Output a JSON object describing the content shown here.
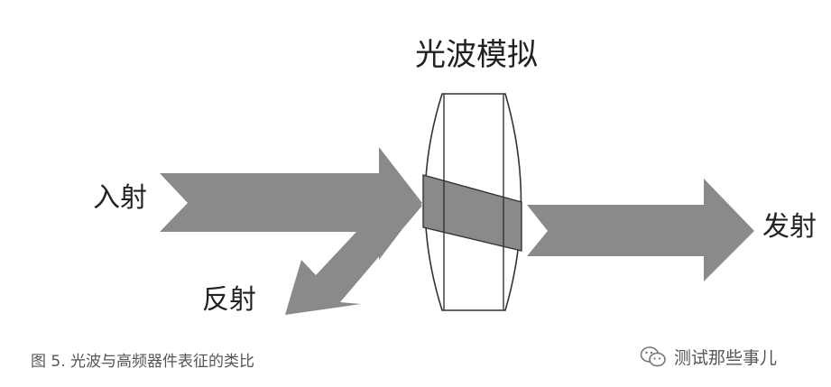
{
  "diagram": {
    "title": "光波模拟",
    "incident_label": "入射",
    "transmitted_label": "发射",
    "reflected_label": "反射"
  },
  "caption": "图 5. 光波与高频器件表征的类比",
  "watermark": {
    "text": "测试那些事儿",
    "icon": "wechat-icon"
  },
  "colors": {
    "arrow": "#8a8a8c",
    "outline": "#333333",
    "lens_fill": "#ffffff",
    "band": "#8a8a8c",
    "text": "#222222",
    "caption_text": "#555555"
  }
}
